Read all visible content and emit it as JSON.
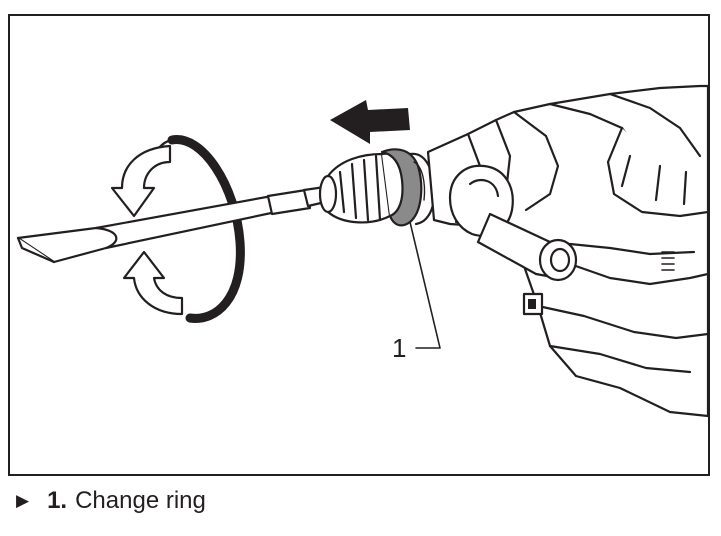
{
  "figure": {
    "callout_number": "1",
    "callouts": [
      {
        "number": "1.",
        "label": "Change ring"
      }
    ],
    "caption_marker": "▶"
  },
  "colors": {
    "ink": "#231f20",
    "ring_fill": "#8a8a8a",
    "background": "#ffffff"
  }
}
